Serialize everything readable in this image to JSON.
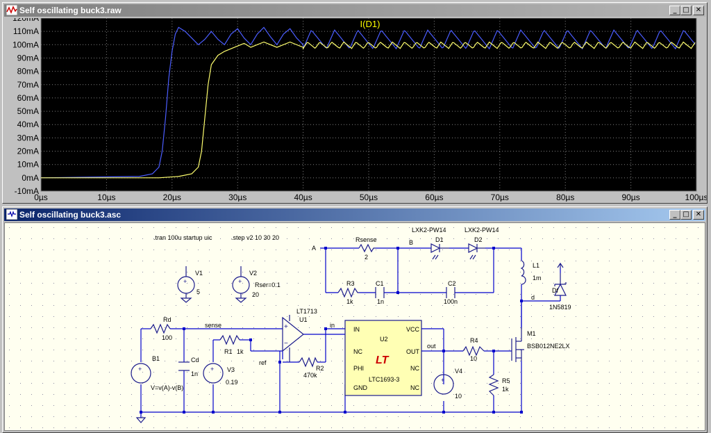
{
  "waveform_window": {
    "title": "Self oscillating buck3.raw",
    "buttons": {
      "minimize": "_",
      "maximize": "□",
      "close": "✕"
    },
    "plot_title": "I(D1)",
    "colors": {
      "background": "#000000",
      "grid": "#808080",
      "title": "#ffff00",
      "trace_blue": "#4b5dff",
      "trace_yellow": "#ffff6e",
      "axis_text": "#000000"
    }
  },
  "schematic_window": {
    "title": "Self oscillating buck3.asc",
    "buttons": {
      "minimize": "_",
      "maximize": "□",
      "close": "✕"
    },
    "colors": {
      "background": "#fffff0",
      "wire": "#0000cc",
      "component": "#1a1a8c",
      "dot": "#8a8aa0",
      "chip": "#ffffb4",
      "logo": "#cc0000"
    },
    "directives": {
      "tran": ".tran 100u startup uic",
      "step": ".step v2 10 30 20"
    },
    "labels": {
      "A": "A",
      "B": "B",
      "in": "in",
      "out": "out",
      "d": "d",
      "sense": "sense",
      "ref": "ref",
      "Rsense": "Rsense",
      "Rsense_val": "2",
      "D1": "D1",
      "D2": "D2",
      "D1_model": "LXK2-PW14",
      "D2_model": "LXK2-PW14",
      "L1": "L1",
      "L1_val": "1m",
      "Df": "Df",
      "Df_model": "1N5819",
      "R3": "R3",
      "R3_val": "1k",
      "C1": "C1",
      "C1_val": "1n",
      "C2": "C2",
      "C2_val": "100n",
      "V1": "V1",
      "V1_val": "5",
      "V2": "V2",
      "V2_val": "20",
      "V2_rser": "Rser=0.1",
      "Rd": "Rd",
      "Rd_val": "100",
      "Cd": "Cd",
      "Cd_val": "1n",
      "B1": "B1",
      "B1_expr": "V=v(A)-v(B)",
      "R1": "R1",
      "R1_val": "1k",
      "V3": "V3",
      "V3_val": "0.19",
      "U1_model": "LT1713",
      "U1": "U1",
      "R2": "R2",
      "R2_val": "470k",
      "U2": "U2",
      "U2_model": "LTC1693-3",
      "U2_logo": "LT",
      "pin_in": "IN",
      "pin_nc1": "NC",
      "pin_phi": "PHI",
      "pin_gnd": "GND",
      "pin_vcc": "VCC",
      "pin_out": "OUT",
      "pin_nc2": "NC",
      "pin_nc3": "NC",
      "V4": "V4",
      "V4_val": "10",
      "R4": "R4",
      "R4_val": "10",
      "R5": "R5",
      "R5_val": "1k",
      "M1": "M1",
      "M1_model": "BSB012NE2LX"
    }
  },
  "chart_data": {
    "type": "line",
    "title": "I(D1)",
    "x_unit": "µs",
    "y_unit": "mA",
    "xlim": [
      0,
      100
    ],
    "ylim": [
      -10,
      120
    ],
    "x_ticks": [
      "0µs",
      "10µs",
      "20µs",
      "30µs",
      "40µs",
      "50µs",
      "60µs",
      "70µs",
      "80µs",
      "90µs",
      "100µs"
    ],
    "y_ticks": [
      "-10mA",
      "0mA",
      "10mA",
      "20mA",
      "30mA",
      "40mA",
      "50mA",
      "60mA",
      "70mA",
      "80mA",
      "90mA",
      "100mA",
      "110mA",
      "120mA"
    ],
    "grid": true,
    "series": [
      {
        "color": "#4b5dff",
        "x": [
          0,
          15,
          17,
          18,
          18.5,
          19,
          19.5,
          20,
          20.5,
          21,
          22,
          23,
          24,
          25,
          26,
          27,
          28,
          29,
          30,
          31,
          32,
          33,
          34,
          35,
          36,
          37,
          38,
          39,
          40,
          45,
          50,
          55,
          60,
          65,
          70,
          75,
          80,
          85,
          90,
          95,
          100
        ],
        "y": [
          0,
          1,
          3,
          8,
          20,
          45,
          75,
          95,
          108,
          113,
          110,
          105,
          100,
          104,
          110,
          104,
          100,
          108,
          112,
          105,
          100,
          108,
          113,
          106,
          100,
          108,
          112,
          105,
          100,
          105,
          105,
          105,
          105,
          105,
          105,
          105,
          105,
          105,
          105,
          105,
          103
        ]
      },
      {
        "color": "#ffff6e",
        "x": [
          0,
          18,
          21,
          23,
          24,
          24.5,
          25,
          25.5,
          26,
          27,
          28,
          29,
          30,
          31,
          32,
          34,
          36,
          38,
          40,
          45,
          50,
          55,
          60,
          65,
          70,
          75,
          80,
          85,
          90,
          95,
          100
        ],
        "y": [
          0,
          0,
          1,
          3,
          8,
          20,
          45,
          70,
          85,
          92,
          95,
          97,
          99,
          101,
          98,
          102,
          98,
          102,
          98,
          100,
          100,
          100,
          100,
          100,
          100,
          100,
          100,
          100,
          100,
          100,
          101
        ]
      }
    ]
  }
}
